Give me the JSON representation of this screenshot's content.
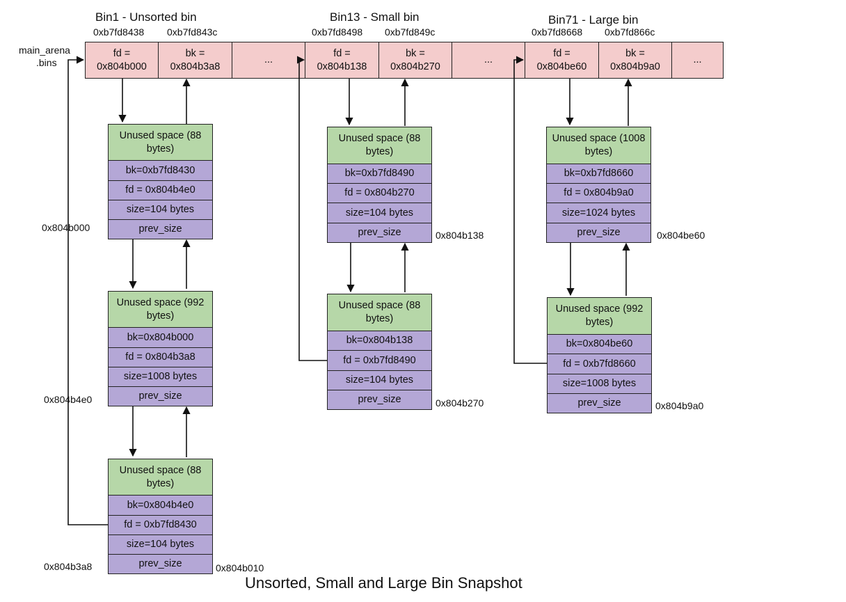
{
  "caption": "Unsorted, Small and Large Bin Snapshot",
  "arena_label_1": "main_arena",
  "arena_label_2": ".bins",
  "bins": [
    {
      "title": "Bin1 - Unsorted bin",
      "fd_addr": "0xb7fd8438",
      "bk_addr": "0xb7fd843c",
      "fd_line1": "fd =",
      "fd_line2": "0x804b000",
      "bk_line1": "bk =",
      "bk_line2": "0x804b3a8"
    },
    {
      "title": "Bin13 - Small bin",
      "fd_addr": "0xb7fd8498",
      "bk_addr": "0xb7fd849c",
      "fd_line1": "fd =",
      "fd_line2": "0x804b138",
      "bk_line1": "bk =",
      "bk_line2": "0x804b270"
    },
    {
      "title": "Bin71 - Large bin",
      "fd_addr": "0xb7fd8668",
      "bk_addr": "0xb7fd866c",
      "fd_line1": "fd =",
      "fd_line2": "0x804be60",
      "bk_line1": "bk =",
      "bk_line2": "0x804b9a0"
    }
  ],
  "ellipsis": "...",
  "chunks": [
    {
      "unused": "Unused space (88 bytes)",
      "bk": "bk=0xb7fd8430",
      "fd": "fd = 0x804b4e0",
      "size": "size=104 bytes",
      "prev_size": "prev_size",
      "addr": "0x804b000"
    },
    {
      "unused": "Unused space (992 bytes)",
      "bk": "bk=0x804b000",
      "fd": "fd = 0x804b3a8",
      "size": "size=1008 bytes",
      "prev_size": "prev_size",
      "addr": "0x804b4e0"
    },
    {
      "unused": "Unused space (88 bytes)",
      "bk": "bk=0x804b4e0",
      "fd": "fd = 0xb7fd8430",
      "size": "size=104 bytes",
      "prev_size": "prev_size",
      "addr": "0x804b3a8",
      "addr2": "0x804b010"
    },
    {
      "unused": "Unused space (88 bytes)",
      "bk": "bk=0xb7fd8490",
      "fd": "fd = 0x804b270",
      "size": "size=104 bytes",
      "prev_size": "prev_size",
      "addr": "0x804b138"
    },
    {
      "unused": "Unused space (88 bytes)",
      "bk": "bk=0x804b138",
      "fd": "fd = 0xb7fd8490",
      "size": "size=104 bytes",
      "prev_size": "prev_size",
      "addr": "0x804b270"
    },
    {
      "unused": "Unused space (1008 bytes)",
      "bk": "bk=0xb7fd8660",
      "fd": "fd = 0x804b9a0",
      "size": "size=1024 bytes",
      "prev_size": "prev_size",
      "addr": "0x804be60"
    },
    {
      "unused": "Unused space (992 bytes)",
      "bk": "bk=0x804be60",
      "fd": "fd = 0xb7fd8660",
      "size": "size=1008 bytes",
      "prev_size": "prev_size",
      "addr": "0x804b9a0"
    }
  ]
}
